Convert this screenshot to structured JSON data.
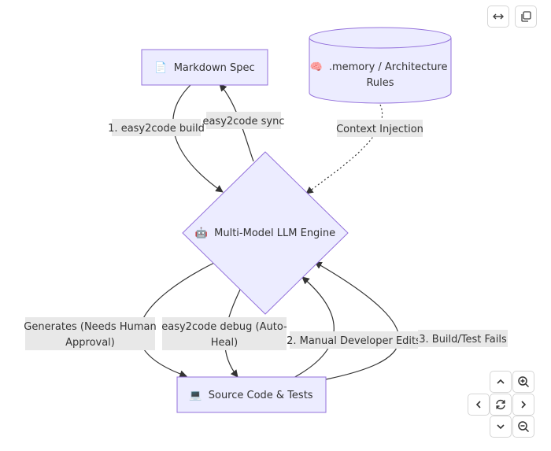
{
  "nodes": {
    "markdown_spec": {
      "icon": "📄",
      "label": "Markdown Spec"
    },
    "memory_rules": {
      "icon": "🧠",
      "line1": ".memory / Architecture",
      "line2": "Rules"
    },
    "llm_engine": {
      "icon": "🤖",
      "label": "Multi-Model LLM Engine"
    },
    "source_code": {
      "icon": "💻",
      "label": "Source Code & Tests"
    }
  },
  "edges": {
    "build": "1. easy2code build",
    "sync": "easy2code sync",
    "context": "Context Injection",
    "generates_line1": "Generates (Needs Human",
    "generates_line2": "Approval)",
    "debug_line1": "easy2code debug (Auto-",
    "debug_line2": "Heal)",
    "manual_edits": "2. Manual Developer Edits",
    "build_fails": "3. Build/Test Fails"
  },
  "colors": {
    "node_fill": "#ECECFF",
    "node_stroke": "#9370DB",
    "edge": "#333333",
    "label_bg": "#E8E8E8"
  },
  "controls": {
    "fullwidth": "arrows-horizontal-icon",
    "copy": "copy-icon",
    "pan_up": "chevron-up-icon",
    "zoom_in": "zoom-in-icon",
    "pan_left": "chevron-left-icon",
    "reset": "reset-icon",
    "pan_right": "chevron-right-icon",
    "pan_down": "chevron-down-icon",
    "zoom_out": "zoom-out-icon"
  }
}
